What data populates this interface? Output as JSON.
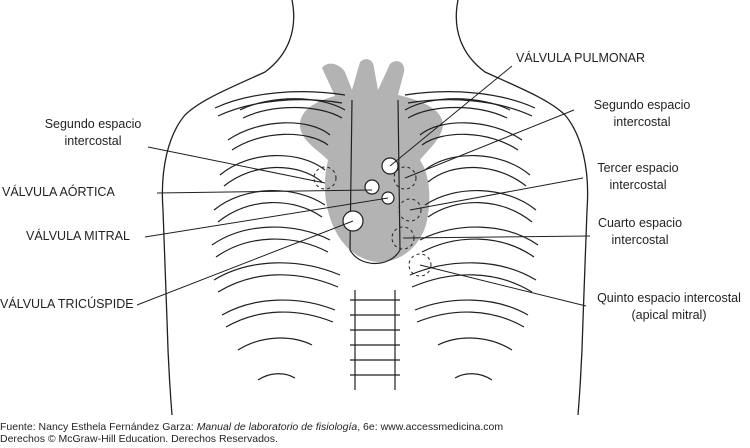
{
  "labels": {
    "valvula_pulmonar": "VÁLVULA PULMONAR",
    "segundo_izq_1": "Segundo espacio",
    "segundo_izq_2": "intercostal",
    "segundo_der_1": "Segundo espacio",
    "segundo_der_2": "intercostal",
    "valvula_aortica": "VÁLVULA AÓRTICA",
    "tercer_1": "Tercer espacio",
    "tercer_2": "intercostal",
    "valvula_mitral": "VÁLVULA MITRAL",
    "cuarto_1": "Cuarto espacio",
    "cuarto_2": "intercostal",
    "valvula_tricuspide": "VÁLVULA TRICÚSPIDE",
    "quinto_1": "Quinto espacio intercostal",
    "quinto_2": "(apical mitral)"
  },
  "credit": {
    "source_prefix": "Fuente: Nancy Esthela Fernández Garza: ",
    "book_title": "Manual de laboratorio de fisiología",
    "source_suffix": ", 6e: www.accessmedicina.com",
    "rights": "Derechos © McGraw-Hill Education. Derechos Reservados."
  },
  "colors": {
    "heart_fill": "#b3b3b3",
    "line": "#231f20",
    "background": "#ffffff"
  }
}
